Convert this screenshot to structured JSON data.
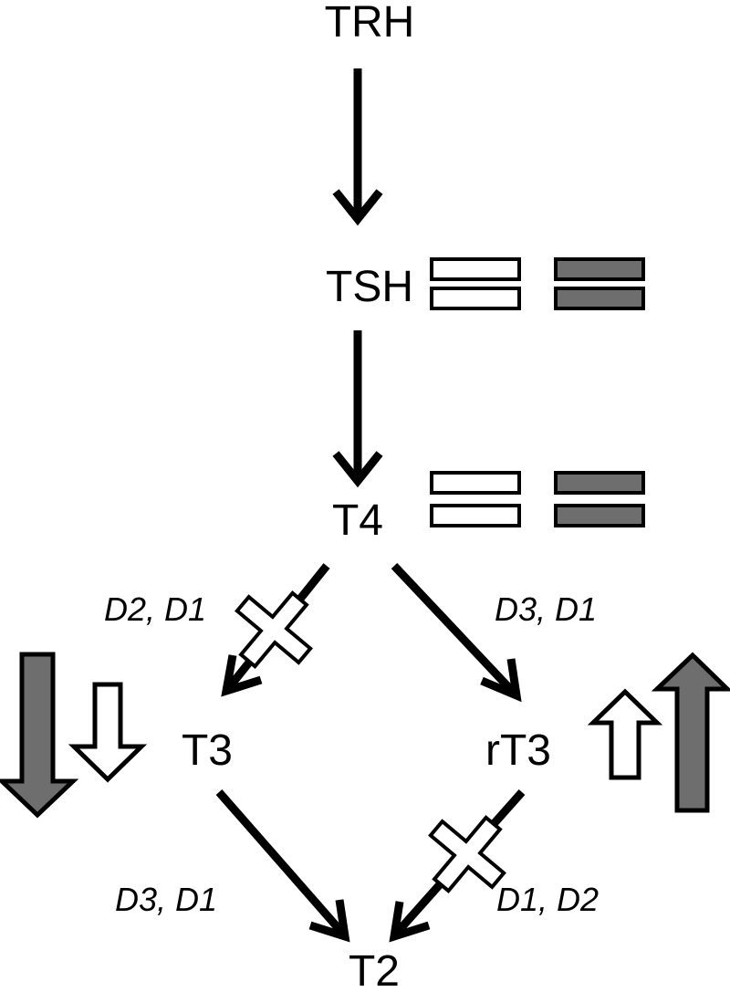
{
  "nodes": {
    "trh": "TRH",
    "tsh": "TSH",
    "t4": "T4",
    "t3": "T3",
    "rt3": "rT3",
    "t2": "T2"
  },
  "enzymes": {
    "t4_to_t3": "D2, D1",
    "t4_to_rt3": "D3, D1",
    "t3_to_t2": "D3, D1",
    "rt3_to_t2": "D1, D2"
  },
  "colors": {
    "line": "#000000",
    "filled": "#6e6e6e",
    "open": "#ffffff"
  },
  "indicators": {
    "tsh": "unchanged (open and filled)",
    "t4": "unchanged (open and filled)",
    "t3": "decreased (open and filled)",
    "rt3": "increased (open and filled)"
  }
}
